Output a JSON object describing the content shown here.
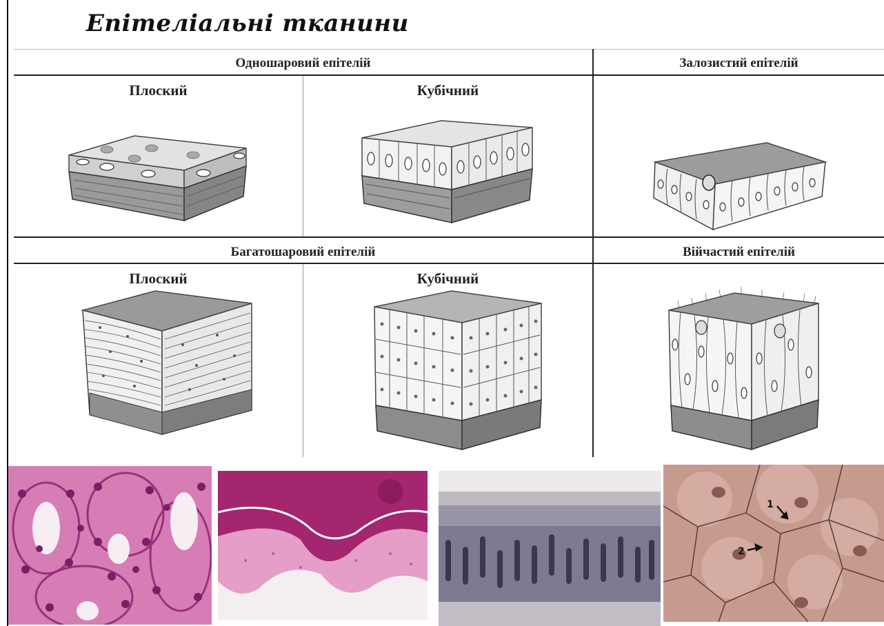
{
  "title": "Епітеліальні тканини",
  "rows": [
    {
      "header_left": "Одношаровий епітелій",
      "header_right": "Залозистий епітелій",
      "col1": "Плоский",
      "col2": "Кубічний"
    },
    {
      "header_left": "Багатошаровий епітелій",
      "header_right": "Війчастий епітелій",
      "col1": "Плоский",
      "col2": "Кубічний"
    }
  ],
  "photo_labels": {
    "arrow1": "1",
    "arrow2": "2"
  },
  "colors": {
    "line": "#222222",
    "sketch_face": "#e6e6e6",
    "sketch_dark": "#8a8a8a",
    "he_pink": "#d87cb5",
    "he_purple": "#8e2d7a",
    "cilia_dark": "#4d4760",
    "tan": "#b58a7a"
  }
}
